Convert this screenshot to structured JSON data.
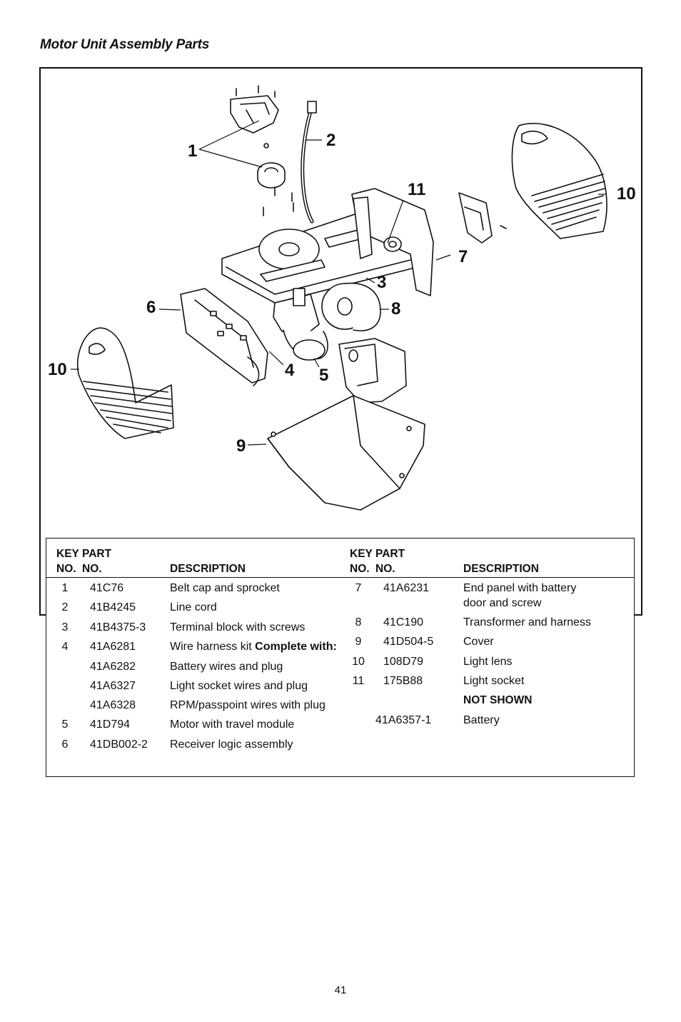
{
  "page": {
    "title": "Motor Unit Assembly Parts",
    "page_number": "41"
  },
  "diagram": {
    "callouts": [
      "1",
      "2",
      "3",
      "4",
      "5",
      "6",
      "7",
      "8",
      "9",
      "10",
      "10",
      "11"
    ]
  },
  "table": {
    "header": {
      "key_no": [
        "KEY",
        "NO."
      ],
      "part_no": [
        "PART",
        "NO."
      ],
      "description": "DESCRIPTION"
    },
    "left_rows": [
      {
        "key": "1",
        "part": "41C76",
        "desc": "Belt cap and sprocket"
      },
      {
        "key": "2",
        "part": "41B4245",
        "desc": "Line cord"
      },
      {
        "key": "3",
        "part": "41B4375-3",
        "desc": "Terminal block with screws"
      },
      {
        "key": "4",
        "part": "41A6281",
        "desc": "Wire harness kit ",
        "desc_bold": "Complete with:"
      },
      {
        "key": "",
        "part": "41A6282",
        "desc": "Battery wires and plug"
      },
      {
        "key": "",
        "part": "41A6327",
        "desc": "Light socket wires and plug"
      },
      {
        "key": "",
        "part": "41A6328",
        "desc": "RPM/passpoint wires with plug"
      },
      {
        "key": "5",
        "part": "41D794",
        "desc": "Motor with travel module"
      },
      {
        "key": "6",
        "part": "41DB002-2",
        "desc": "Receiver logic assembly"
      }
    ],
    "right_rows": [
      {
        "key": "7",
        "part": "41A6231",
        "desc": "End panel with battery",
        "desc2": "door and screw"
      },
      {
        "key": "8",
        "part": "41C190",
        "desc": "Transformer and harness"
      },
      {
        "key": "9",
        "part": "41D504-5",
        "desc": "Cover"
      },
      {
        "key": "10",
        "part": "108D79",
        "desc": "Light lens"
      },
      {
        "key": "11",
        "part": "175B88",
        "desc": "Light socket"
      }
    ],
    "not_shown_label": "NOT SHOWN",
    "not_shown_row": {
      "part": "41A6357-1",
      "desc": "Battery"
    }
  }
}
